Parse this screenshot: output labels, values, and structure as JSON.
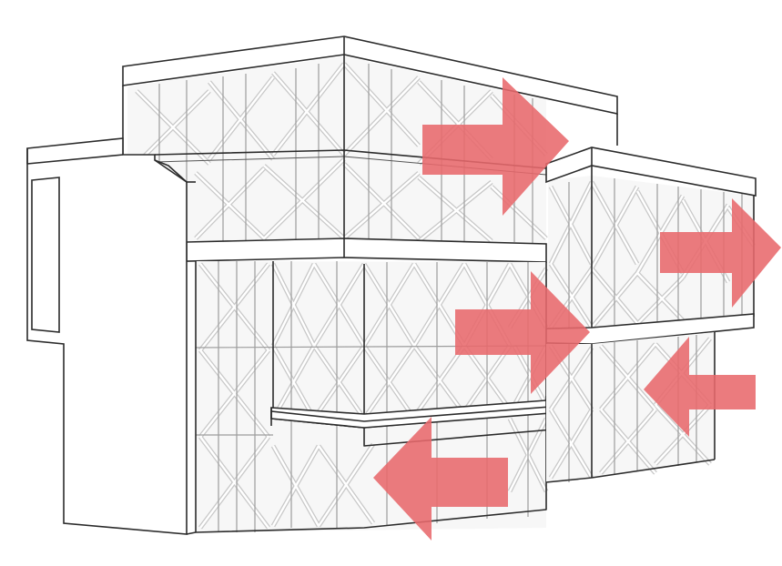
{
  "figure": {
    "background_color": "#ffffff",
    "line_color": "#2b2b2b",
    "bracing_color": "#c9c9c9"
  },
  "arrows": {
    "color": "#e8696c",
    "opacity": 0.88,
    "items": [
      {
        "id": "upper-left",
        "direction": "right"
      },
      {
        "id": "upper-right",
        "direction": "right"
      },
      {
        "id": "middle",
        "direction": "right"
      },
      {
        "id": "lower-right",
        "direction": "left"
      },
      {
        "id": "lower-center",
        "direction": "left"
      }
    ]
  }
}
